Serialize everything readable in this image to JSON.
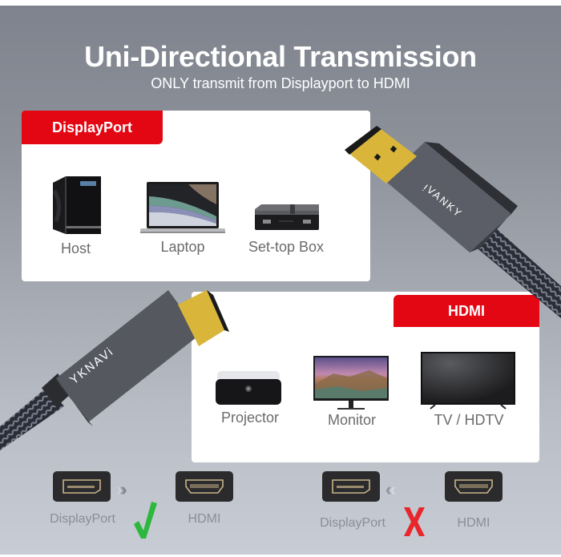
{
  "header": {
    "title": "Uni-Directional Transmission",
    "subtitle": "ONLY transmit from Displayport to HDMI"
  },
  "source_panel": {
    "tag": "DisplayPort",
    "devices": [
      {
        "label": "Host",
        "icon": "desktop-tower-icon"
      },
      {
        "label": "Laptop",
        "icon": "laptop-icon"
      },
      {
        "label": "Set-top Box",
        "icon": "set-top-box-icon"
      }
    ]
  },
  "target_panel": {
    "tag": "HDMI",
    "devices": [
      {
        "label": "Projector",
        "icon": "projector-icon"
      },
      {
        "label": "Monitor",
        "icon": "monitor-icon"
      },
      {
        "label": "TV / HDTV",
        "icon": "tv-icon"
      }
    ]
  },
  "cables": {
    "brand": "iVANKY",
    "dp_connector": "DisplayPort plug",
    "hdmi_connector": "HDMI plug"
  },
  "direction_diagrams": [
    {
      "from": "DisplayPort",
      "to": "HDMI",
      "arrow": "right",
      "result": "✓",
      "result_icon": "check-icon",
      "result_color": "#2db83d"
    },
    {
      "from": "DisplayPort",
      "to": "HDMI",
      "arrow": "left",
      "result": "X",
      "result_icon": "cross-icon",
      "result_color": "#e8262b"
    }
  ],
  "colors": {
    "accent_red": "#e30613",
    "background_top": "#7f838d",
    "background_bottom": "#c8ccd4",
    "label_gray": "#6b6b6b",
    "connector_gold": "#d9b53a"
  }
}
